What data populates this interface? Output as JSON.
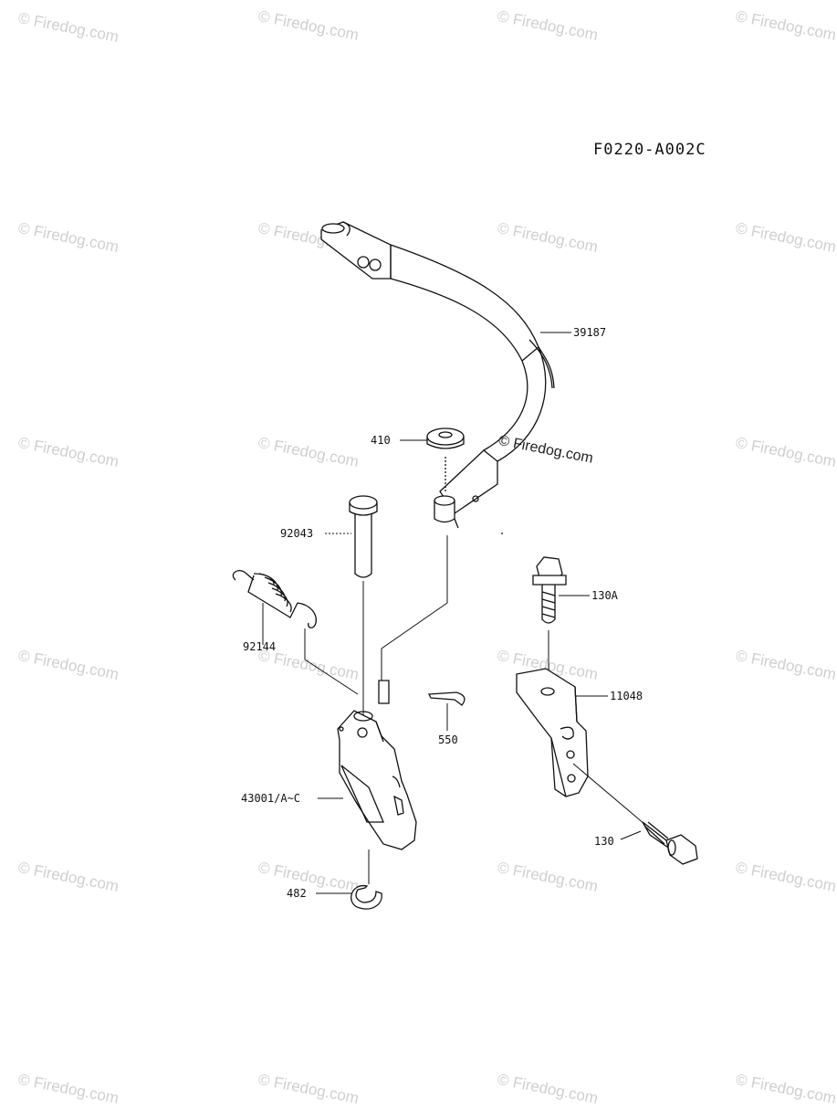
{
  "diagram_code": "F0220-A002C",
  "watermark": "© Firedog.com",
  "parts": {
    "p39187": "39187",
    "p410": "410",
    "p92043": "92043",
    "p92144": "92144",
    "p130A": "130A",
    "p11048": "11048",
    "p550": "550",
    "p43001": "43001/A~C",
    "p130": "130",
    "p482": "482"
  }
}
